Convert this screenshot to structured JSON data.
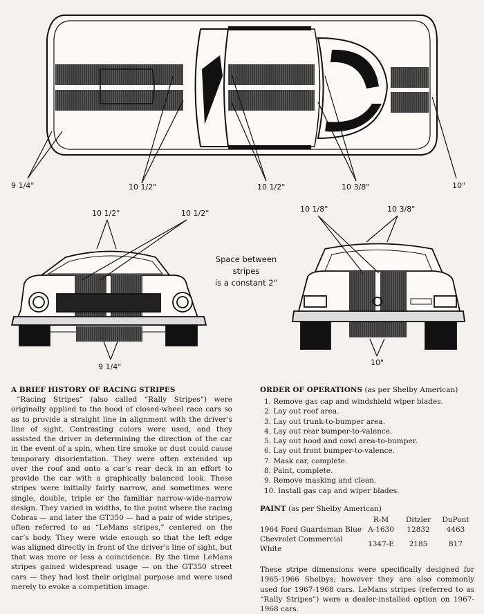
{
  "callouts": {
    "top_1": "9 1/4\"",
    "top_2": "10 1/2\"",
    "top_3": "10 1/2\"",
    "top_4": "10 3/8\"",
    "top_5": "10\"",
    "front_1": "10 1/2\"",
    "front_2": "10 1/2\"",
    "front_3": "9 1/4\"",
    "rear_1": "10 1/8\"",
    "rear_2": "10 3/8\"",
    "rear_3": "10\""
  },
  "note": {
    "line1": "Space between",
    "line2": "stripes",
    "line3": "is a constant 2\""
  },
  "history": {
    "heading": "A BRIEF HISTORY OF RACING STRIPES",
    "body": "“Racing Stripes” (also called “Rally Stripes”) were originally applied to the hood of closed-wheel race cars so as to provide a straight line in alignment with the driver’s line of sight. Contrasting colors were used, and they assisted the driver in determining the direction of the car in the event of a spin, when tire smoke or dust could cause temporary disorientation. They were often extended up over the roof and onto a car’s rear deck in an effort to provide the car with a graphically balanced look. These stripes were initially fairly narrow, and sometimes were single, double, triple or the familiar narrow-wide-narrow design. They varied in widths, to the point where the racing Cobras — and later the GT350 — had a pair of wide stripes, often referred to as “LeMans stripes,” centered on the car’s body. They were wide enough so that the left edge was aligned directly in front of the driver’s line of sight, but that was more or less a coincidence. By the time LeMans stripes gained widespread usage — on the GT350 street cars — they had lost their original purpose and were used merely to evoke a competition image."
  },
  "operations": {
    "heading": "ORDER OF OPERATIONS",
    "sub": " (as per Shelby American)",
    "steps": [
      "1. Remove gas cap and windshield wiper blades.",
      "2. Lay out roof area.",
      "3. Lay out trunk-to-bumper area.",
      "4. Lay out rear bumper-to-valence.",
      "5. Lay out hood and cowl area-to-bumper.",
      "6. Lay out front bumper-to-valence.",
      "7. Mask car, complete.",
      "8. Paint, complete.",
      "9. Remove masking and clean.",
      "10. Install gas cap and wiper blades."
    ]
  },
  "paint": {
    "heading": "PAINT",
    "sub": " (as per Shelby American)",
    "columns": [
      "R-M",
      "Ditzler",
      "DuPont"
    ],
    "rows": [
      {
        "name": "1964 Ford Guardsman Blue",
        "rm": "A-1630",
        "ditzler": "12832",
        "dupont": "4463"
      },
      {
        "name": "Chevrolet Commercial White",
        "rm": "1347-E",
        "ditzler": "2185",
        "dupont": "817"
      }
    ]
  },
  "outro": "These stripe dimensions were specifically designed for 1965-1966 Shelbys; however they are also commonly used for 1967-1968 cars. LeMans stripes (referred to as “Rally Stripes”) were a dealer-installed option on 1967-1968 cars."
}
